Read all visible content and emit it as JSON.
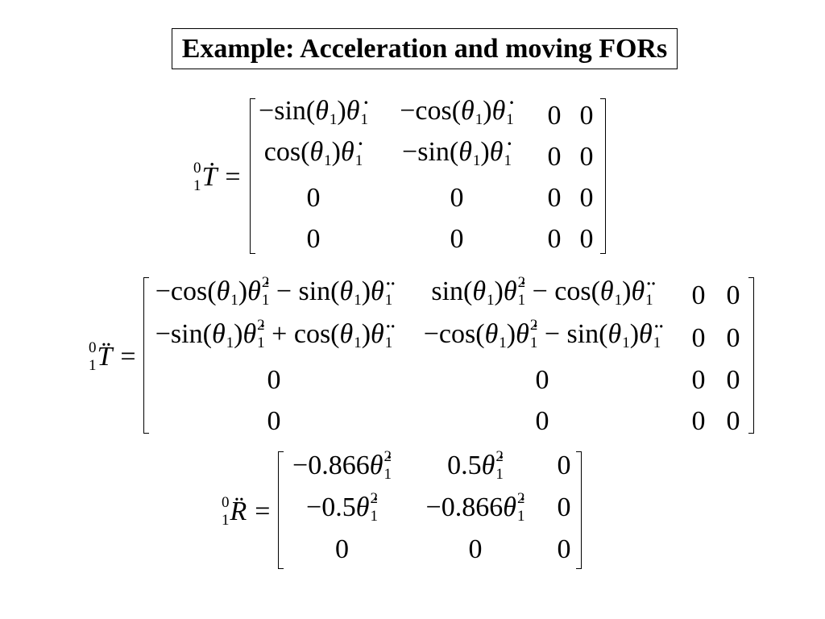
{
  "title": "Example: Acceleration and moving FORs",
  "equations": [
    {
      "lhs": {
        "presup": "0",
        "presub": "1",
        "v": "Ṫ",
        "rel": "="
      },
      "rows": [
        [
          [
            {
              "t": "−sin("
            },
            {
              "v": "θ",
              "sub": "1"
            },
            {
              "t": ")"
            },
            {
              "v": "θ̇",
              "sub": "1"
            }
          ],
          [
            {
              "t": "−cos("
            },
            {
              "v": "θ",
              "sub": "1"
            },
            {
              "t": ")"
            },
            {
              "v": "θ̇",
              "sub": "1"
            }
          ],
          [
            {
              "t": "0"
            }
          ],
          [
            {
              "t": "0"
            }
          ]
        ],
        [
          [
            {
              "t": "cos("
            },
            {
              "v": "θ",
              "sub": "1"
            },
            {
              "t": ")"
            },
            {
              "v": "θ̇",
              "sub": "1"
            }
          ],
          [
            {
              "t": "−sin("
            },
            {
              "v": "θ",
              "sub": "1"
            },
            {
              "t": ")"
            },
            {
              "v": "θ̇",
              "sub": "1"
            }
          ],
          [
            {
              "t": "0"
            }
          ],
          [
            {
              "t": "0"
            }
          ]
        ],
        [
          [
            {
              "t": "0"
            }
          ],
          [
            {
              "t": "0"
            }
          ],
          [
            {
              "t": "0"
            }
          ],
          [
            {
              "t": "0"
            }
          ]
        ],
        [
          [
            {
              "t": "0"
            }
          ],
          [
            {
              "t": "0"
            }
          ],
          [
            {
              "t": "0"
            }
          ],
          [
            {
              "t": "0"
            }
          ]
        ]
      ]
    },
    {
      "lhs": {
        "presup": "0",
        "presub": "1",
        "v": "T̈",
        "rel": "="
      },
      "rows": [
        [
          [
            {
              "t": "−cos("
            },
            {
              "v": "θ",
              "sub": "1"
            },
            {
              "t": ")"
            },
            {
              "v": "θ̇",
              "sub": "1",
              "sup": "2"
            },
            {
              "t": " − sin("
            },
            {
              "v": "θ",
              "sub": "1"
            },
            {
              "t": ")"
            },
            {
              "v": "θ̈",
              "sub": "1"
            }
          ],
          [
            {
              "t": "sin("
            },
            {
              "v": "θ",
              "sub": "1"
            },
            {
              "t": ")"
            },
            {
              "v": "θ̇",
              "sub": "1",
              "sup": "2"
            },
            {
              "t": " − cos("
            },
            {
              "v": "θ",
              "sub": "1"
            },
            {
              "t": ")"
            },
            {
              "v": "θ̈",
              "sub": "1"
            }
          ],
          [
            {
              "t": "0"
            }
          ],
          [
            {
              "t": "0"
            }
          ]
        ],
        [
          [
            {
              "t": "−sin("
            },
            {
              "v": "θ",
              "sub": "1"
            },
            {
              "t": ")"
            },
            {
              "v": "θ̇",
              "sub": "1",
              "sup": "2"
            },
            {
              "t": " + cos("
            },
            {
              "v": "θ",
              "sub": "1"
            },
            {
              "t": ")"
            },
            {
              "v": "θ̈",
              "sub": "1"
            }
          ],
          [
            {
              "t": "−cos("
            },
            {
              "v": "θ",
              "sub": "1"
            },
            {
              "t": ")"
            },
            {
              "v": "θ̇",
              "sub": "1",
              "sup": "2"
            },
            {
              "t": " − sin("
            },
            {
              "v": "θ",
              "sub": "1"
            },
            {
              "t": ")"
            },
            {
              "v": "θ̈",
              "sub": "1"
            }
          ],
          [
            {
              "t": "0"
            }
          ],
          [
            {
              "t": "0"
            }
          ]
        ],
        [
          [
            {
              "t": "0"
            }
          ],
          [
            {
              "t": "0"
            }
          ],
          [
            {
              "t": "0"
            }
          ],
          [
            {
              "t": "0"
            }
          ]
        ],
        [
          [
            {
              "t": "0"
            }
          ],
          [
            {
              "t": "0"
            }
          ],
          [
            {
              "t": "0"
            }
          ],
          [
            {
              "t": "0"
            }
          ]
        ]
      ]
    },
    {
      "lhs": {
        "presup": "0",
        "presub": "1",
        "v": "R̈",
        "rel": "="
      },
      "rows": [
        [
          [
            {
              "t": "−0.866"
            },
            {
              "v": "θ̇",
              "sub": "1",
              "sup": "2"
            }
          ],
          [
            {
              "t": "0.5"
            },
            {
              "v": "θ̇",
              "sub": "1",
              "sup": "2"
            }
          ],
          [
            {
              "t": "0"
            }
          ]
        ],
        [
          [
            {
              "t": "−0.5"
            },
            {
              "v": "θ̇",
              "sub": "1",
              "sup": "2"
            }
          ],
          [
            {
              "t": "−0.866"
            },
            {
              "v": "θ̇",
              "sub": "1",
              "sup": "2"
            }
          ],
          [
            {
              "t": "0"
            }
          ]
        ],
        [
          [
            {
              "t": "0"
            }
          ],
          [
            {
              "t": "0"
            }
          ],
          [
            {
              "t": "0"
            }
          ]
        ]
      ]
    }
  ]
}
